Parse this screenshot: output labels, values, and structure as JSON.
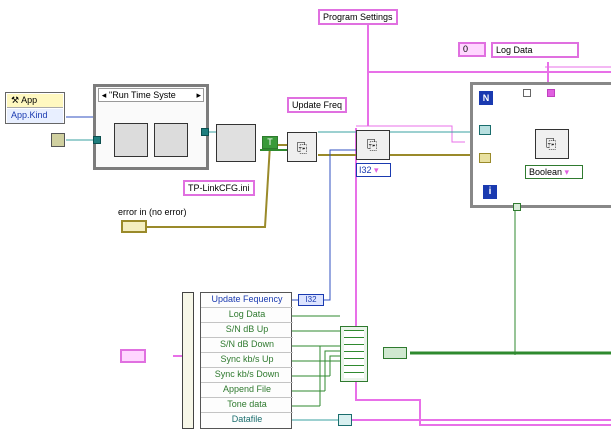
{
  "labels": {
    "program_settings": "Program Settings",
    "log_data": "Log Data",
    "update_freq": "Update Freq",
    "tp_link_cfg": "TP-LinkCFG.ini",
    "error_in": "error in (no error)",
    "run_time_system": "\"Run Time Syste",
    "app": "App",
    "app_kind": "App.Kind",
    "const_zero": "0",
    "i32_type": "I32",
    "boolean_type": "Boolean",
    "i32_term": "I32",
    "n_icon": "N",
    "i_icon": "i",
    "t_const": "T"
  },
  "unbundle_items": [
    "Update Fequency",
    "Log Data",
    "S/N dB Up",
    "S/N dB Down",
    "Sync kb/s Up",
    "Sync kb/s Down",
    "Append File",
    "Tone data",
    "Datafile"
  ],
  "unbundle_colors": [
    "#1a3ab0",
    "#2f7a2f",
    "#2f7a2f",
    "#2f7a2f",
    "#2f7a2f",
    "#2f7a2f",
    "#2f7a2f",
    "#2f7a2f",
    "#1a6d6d"
  ],
  "colors": {
    "pink_wire": "#e870e8",
    "green_wire": "#2f8a2f",
    "olive_wire": "#9a8a2a",
    "blue_wire": "#3050c0",
    "teal_wire": "#3aa0a0"
  }
}
